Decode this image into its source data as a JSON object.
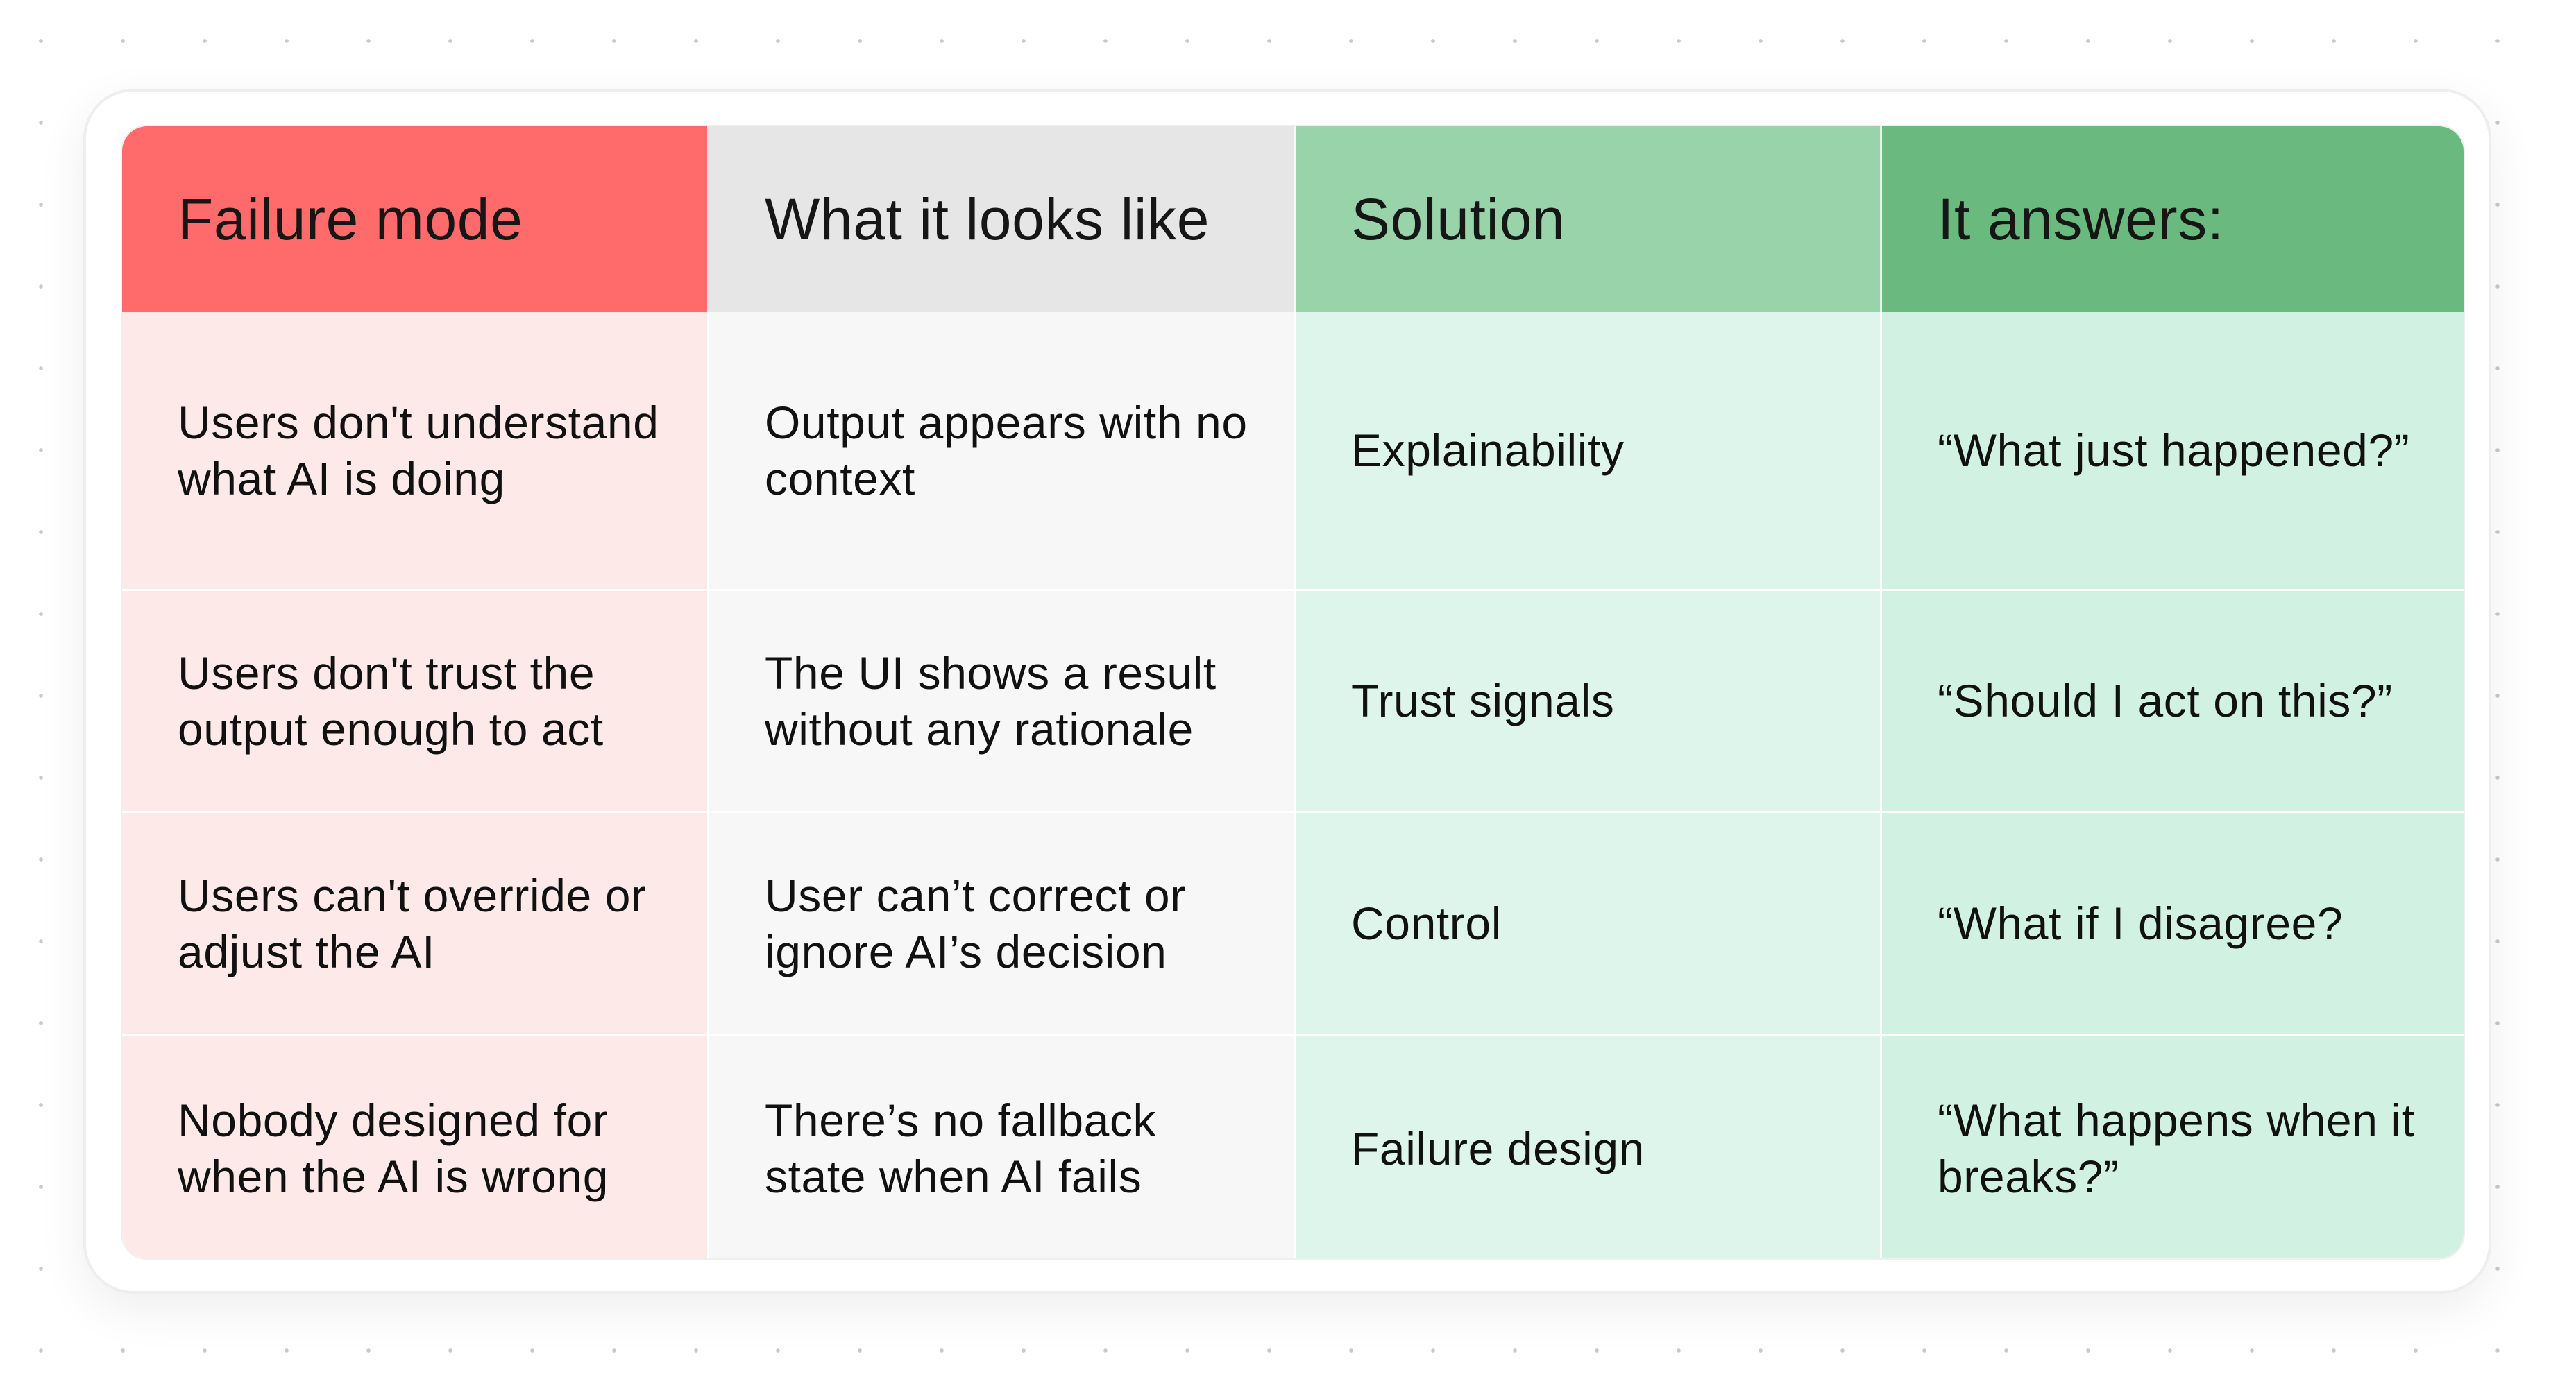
{
  "table": {
    "headers": [
      "Failure mode",
      "What it looks like",
      "Solution",
      "It answers:"
    ],
    "rows": [
      [
        "Users don't understand what AI is doing",
        "Output appears with no context",
        "Explainability",
        "“What just happened?”"
      ],
      [
        "Users don't trust the output enough to act",
        "The UI shows a result without any rationale",
        "Trust signals",
        "“Should I act on this?”"
      ],
      [
        "Users can't override or adjust the AI",
        "User can’t correct or ignore AI’s decision",
        "Control",
        "“What if I disagree?"
      ],
      [
        "Nobody designed for when the AI is wrong",
        "There’s no fallback state when AI fails",
        "Failure design",
        "“What happens when it breaks?”"
      ]
    ],
    "colors": {
      "failure_header": "#ff6b6b",
      "looks_header": "#e6e6e6",
      "solution_header": "#99d3a9",
      "answers_header": "#6ab97f",
      "failure_cell": "#fdeae8",
      "looks_cell": "#f7f7f7",
      "solution_cell": "#def5eb",
      "answers_cell": "#d1f2e3"
    }
  }
}
